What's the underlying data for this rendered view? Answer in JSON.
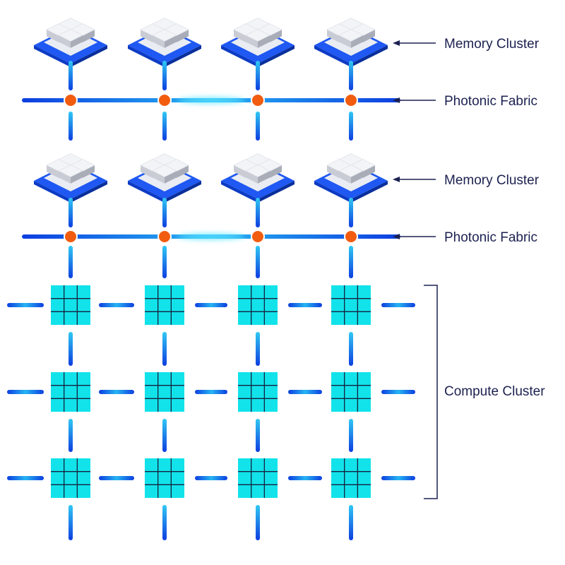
{
  "labels": {
    "memory_cluster_1": "Memory Cluster",
    "photonic_fabric_1": "Photonic Fabric",
    "memory_cluster_2": "Memory Cluster",
    "photonic_fabric_2": "Photonic Fabric",
    "compute_cluster": "Compute Cluster"
  },
  "colors": {
    "label_text": "#1c2150",
    "arrow": "#1c2150",
    "node": "#f25c0f",
    "fabric_dark": "#0d3ee0",
    "fabric_light": "#18b8f0",
    "glow": "#5fe6ff",
    "memory_base_top": "#1f58f2",
    "memory_base_side": "#0d3bc4",
    "memory_plate": "#e9ecf2",
    "cube_top": "#f3f4f7",
    "cube_left": "#c9ccd4",
    "cube_right": "#a9adb8",
    "compute_chip": "#12e3ea",
    "compute_grid": "#14223f"
  },
  "structure": {
    "memory_columns": 4,
    "memory_rows": 2,
    "fabric_nodes_per_row": 4,
    "compute_columns": 4,
    "compute_rows": 3,
    "compute_chip_grid": [
      3,
      3
    ]
  }
}
